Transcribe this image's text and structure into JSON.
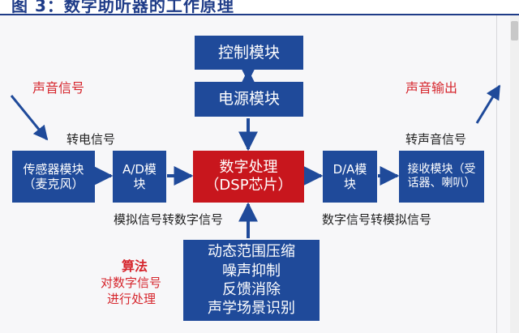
{
  "title": "图 3：数字助听器的工作原理",
  "blocks": {
    "control": "控制模块",
    "power": "电源模块",
    "sensor": "传感器模块（麦克风）",
    "ad": "A/D模块",
    "dsp": "数字处理（DSP芯片）",
    "da": "D/A模块",
    "receiver": "接收模块（受话器、喇叭）",
    "algo_line1": "动态范围压缩",
    "algo_line2": "噪声抑制",
    "algo_line3": "反馈消除",
    "algo_line4": "声学场景识别"
  },
  "labels": {
    "sound_in": "声音信号",
    "to_electric": "转电信号",
    "sound_out": "声音输出",
    "to_sound": "转声音信号",
    "analog_to_digital": "模拟信号转数字信号",
    "digital_to_analog": "数字信号转模拟信号",
    "algorithm_title": "算法",
    "algorithm_line1": "对数字信号",
    "algorithm_line2": "进行处理"
  },
  "colors": {
    "block": "#1f4a9a",
    "dsp": "#c8161d",
    "accent_text": "#d6262d",
    "title": "#1f3c88"
  }
}
